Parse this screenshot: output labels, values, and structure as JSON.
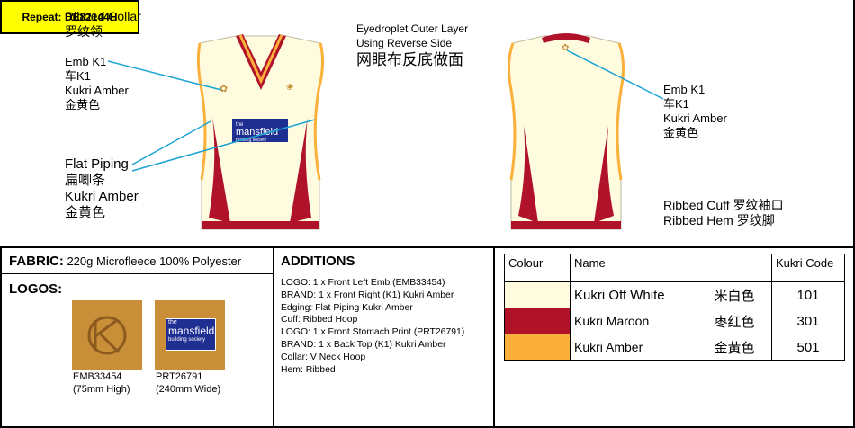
{
  "repeat": {
    "label": "Repeat:  DE82144H"
  },
  "front": {
    "collar_en": "Ribbed Collar",
    "collar_cn": "罗纹领",
    "emb": [
      "Emb K1",
      "车K1",
      "Kukri Amber",
      "金黄色"
    ],
    "piping": [
      "Flat Piping",
      "扁唧条",
      "Kukri Amber",
      "金黄色"
    ]
  },
  "outer_layer": {
    "line1": "Eyedroplet Outer Layer",
    "line2": "Using Reverse Side",
    "cn": "网眼布反底做面"
  },
  "back": {
    "emb": [
      "Emb K1",
      "车K1",
      "Kukri Amber",
      "金黄色"
    ],
    "cuff": "Ribbed Cuff 罗纹袖口",
    "hem": "Ribbed Hem 罗纹脚"
  },
  "fabric": {
    "label": "FABRIC:",
    "value": "220g Microfleece 100% Polyester"
  },
  "logos": {
    "title": "LOGOS:",
    "items": [
      {
        "code": "EMB33454",
        "size": "(75mm High)"
      },
      {
        "code": "PRT26791",
        "size": "(240mm Wide)"
      }
    ],
    "brand": {
      "small": "the",
      "big": "mansfield",
      "sub": "building society"
    }
  },
  "additions": {
    "title": "ADDITIONS",
    "items": [
      "LOGO: 1 x Front Left Emb (EMB33454)",
      "BRAND: 1 x Front Right (K1) Kukri Amber",
      "Edging: Flat Piping Kukri Amber",
      "Cuff: Ribbed Hoop",
      "LOGO: 1 x Front Stomach Print (PRT26791)",
      "BRAND: 1 x Back Top (K1) Kukri Amber",
      "Collar: V Neck Hoop",
      "Hem: Ribbed"
    ]
  },
  "colours": {
    "headers": [
      "Colour",
      "Name",
      "",
      "Kukri Code"
    ],
    "rows": [
      {
        "hex": "#fffbdf",
        "name": "Kukri Off White",
        "cn": "米白色",
        "code": "101"
      },
      {
        "hex": "#b0122a",
        "name": "Kukri Maroon",
        "cn": "枣红色",
        "code": "301"
      },
      {
        "hex": "#fbb03b",
        "name": "Kukri Amber",
        "cn": "金黄色",
        "code": "501"
      }
    ]
  }
}
